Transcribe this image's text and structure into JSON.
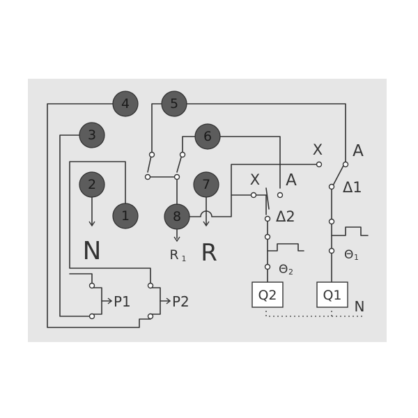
{
  "badges": {
    "b1": "1",
    "b2": "2",
    "b3": "3",
    "b4": "4",
    "b5": "5",
    "b6": "6",
    "b7": "7",
    "b8": "8"
  },
  "labels": {
    "n_left": "N",
    "r1": "R",
    "r1_sub": "1",
    "r_big": "R",
    "x_right": "X",
    "a_right": "A",
    "x_mid": "X",
    "a_mid": "A",
    "delta1": "Δ1",
    "delta2": "Δ2",
    "theta1": "Θ",
    "theta1_sub": "1",
    "theta2": "Θ",
    "theta2_sub": "2",
    "q1": "Q1",
    "q2": "Q2",
    "n_right": "N",
    "p1": "P1",
    "p2": "P2"
  },
  "colors": {
    "panel": "#e6e6e6",
    "badge": "#5c5c5c",
    "wire": "#333333"
  }
}
